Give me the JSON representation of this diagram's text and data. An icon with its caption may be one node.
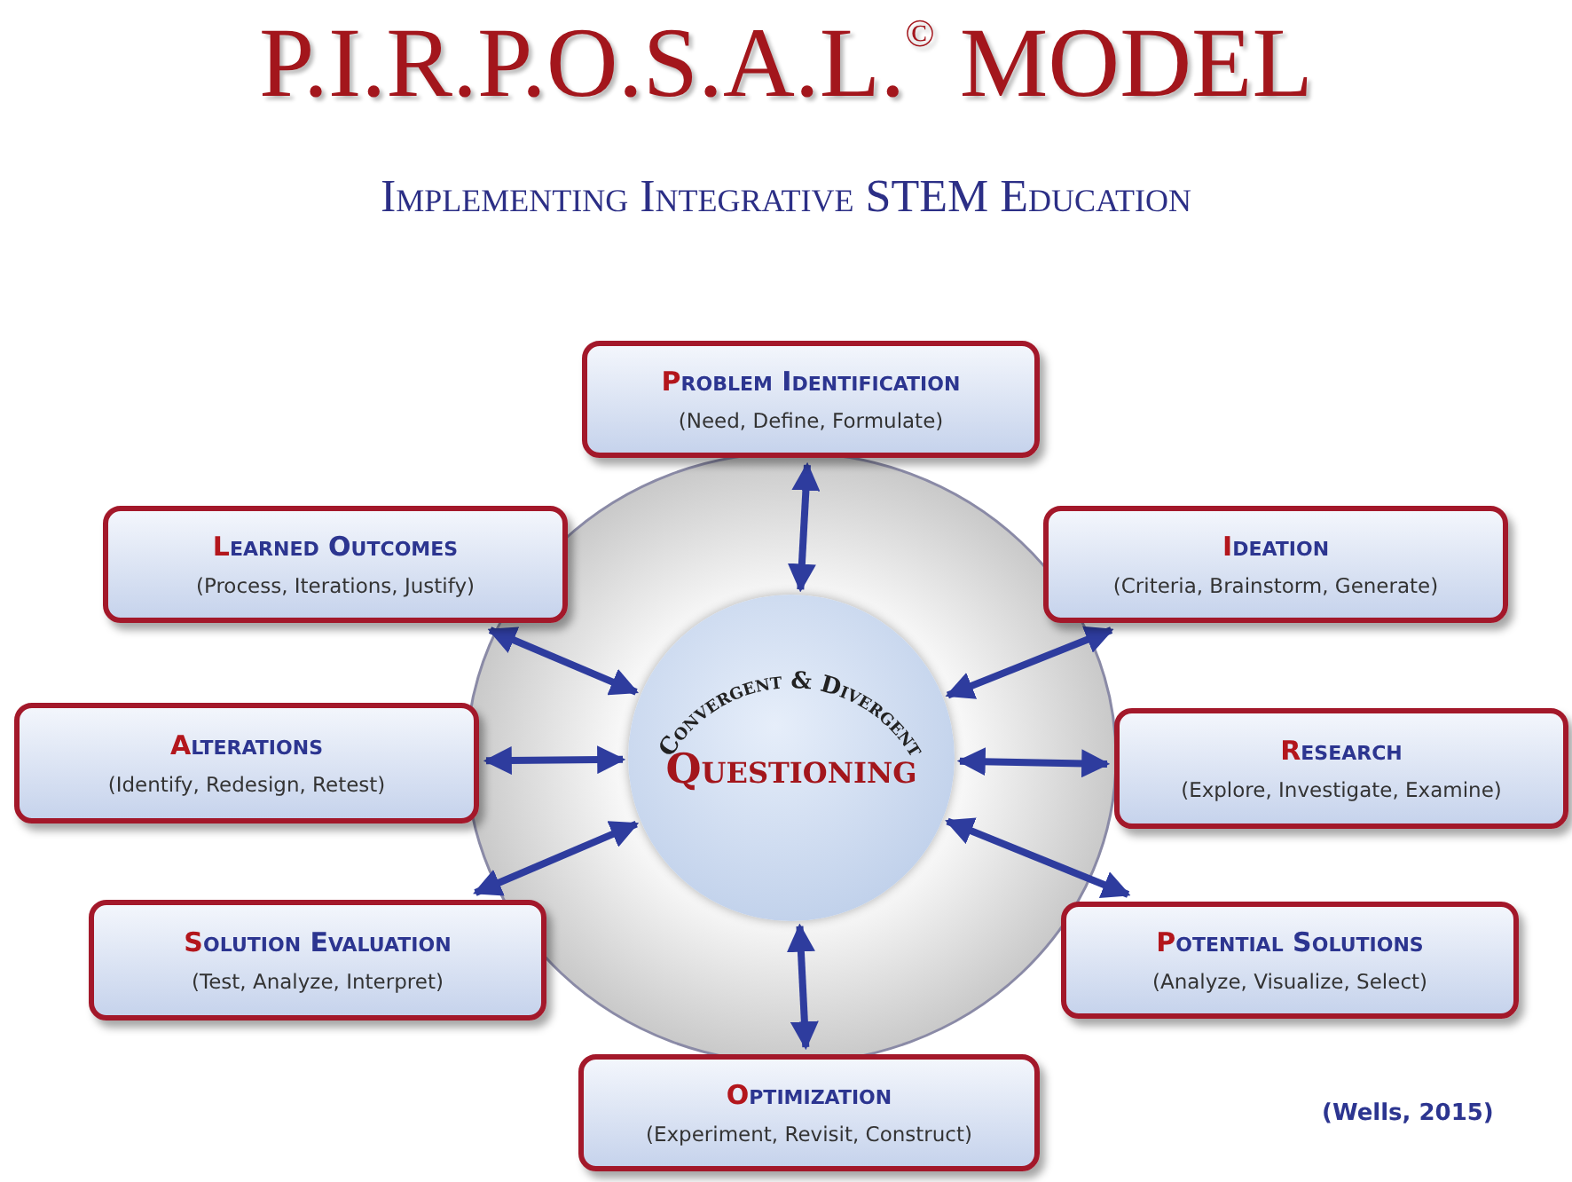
{
  "diagram": {
    "title": "P.I.R.P.O.S.A.L.$^{©}$ MODEL",
    "caption": "Implementing Integrative STEM Education",
    "nodes": [
      {
        "text": [
          "Problem Identification",
          "(Need, Define, Formulate)"
        ]
      },
      {
        "text": [
          "Learned Outcomes",
          "(Process, Iterations, Justify)"
        ]
      },
      {
        "text": [
          "Ideation",
          "(Criteria, Brainstorm, Generate)"
        ]
      },
      {
        "text": [
          "Alterations",
          "(Identify, Redesign, Retest)"
        ]
      },
      {
        "text": [
          "Convergent & Divergent",
          "Questioning"
        ]
      },
      {
        "text": [
          "Research",
          "(Explore, Investigate, Examine)"
        ]
      },
      {
        "text": [
          "Solution Evaluation",
          "(Test, Analyze, Interpret)"
        ]
      },
      {
        "text": [
          "Potential Solutions",
          "(Analyze, Visualize, Select)"
        ]
      },
      {
        "text": [
          "Optimization",
          "(Experiment, Revisit, Construct)"
        ]
      }
    ],
    "edges": [
      {
        "from": 4,
        "to": 0,
        "arrow": "both"
      },
      {
        "from": 4,
        "to": 1,
        "arrow": "both"
      },
      {
        "from": 4,
        "to": 2,
        "arrow": "both"
      },
      {
        "from": 4,
        "to": 3,
        "arrow": "both"
      },
      {
        "from": 4,
        "to": 5,
        "arrow": "both"
      },
      {
        "from": 4,
        "to": 6,
        "arrow": "both"
      },
      {
        "from": 4,
        "to": 7,
        "arrow": "both"
      },
      {
        "from": 4,
        "to": 8,
        "arrow": "both"
      }
    ],
    "labels": [
      "(Wells, 2015)"
    ]
  }
}
